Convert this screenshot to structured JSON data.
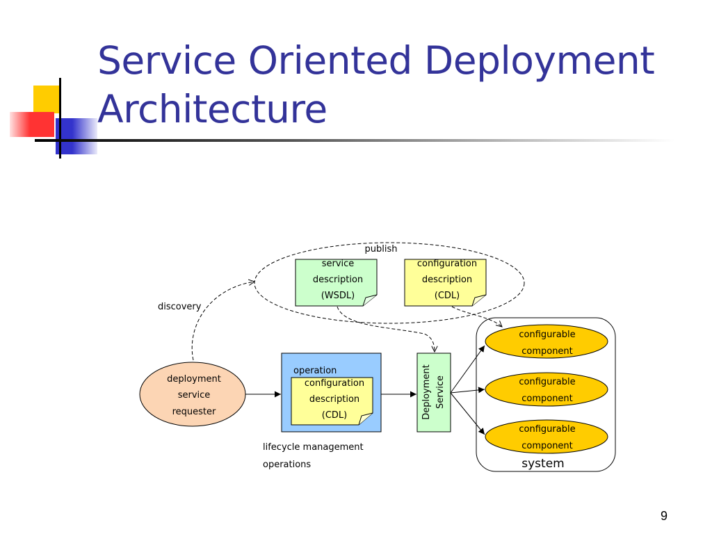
{
  "slide": {
    "title_line1": "Service Oriented Deployment",
    "title_line2": "Architecture",
    "page_number": "9"
  },
  "diagram": {
    "publish_label": "publish",
    "discovery_label": "discovery",
    "service_description": [
      "service",
      "description",
      "(WSDL)"
    ],
    "config_description_top": [
      "configuration",
      "description",
      "(CDL)"
    ],
    "requester": [
      "deployment",
      "service",
      "requester"
    ],
    "operation_label": "operation",
    "config_description_op": [
      "configuration",
      "description",
      "(CDL)"
    ],
    "lifecycle_label": [
      "lifecycle management",
      "operations"
    ],
    "deployment_service": [
      "Deployment",
      "Service"
    ],
    "components": [
      [
        "configurable",
        "component"
      ],
      [
        "configurable",
        "component"
      ],
      [
        "configurable",
        "component"
      ]
    ],
    "system_label": "system"
  },
  "colors": {
    "title": "#333399",
    "requester_fill": "#FCD5B4",
    "operation_box_fill": "#99CCFF",
    "wsdl_note_fill": "#CCFFCC",
    "cdl_note_fill": "#FFFF99",
    "deployment_service_fill": "#CCFFCC",
    "component_fill": "#FFCC00",
    "deco_yellow": "#FFCC00",
    "deco_red": "#FF3333",
    "deco_blue": "#3333CC"
  }
}
